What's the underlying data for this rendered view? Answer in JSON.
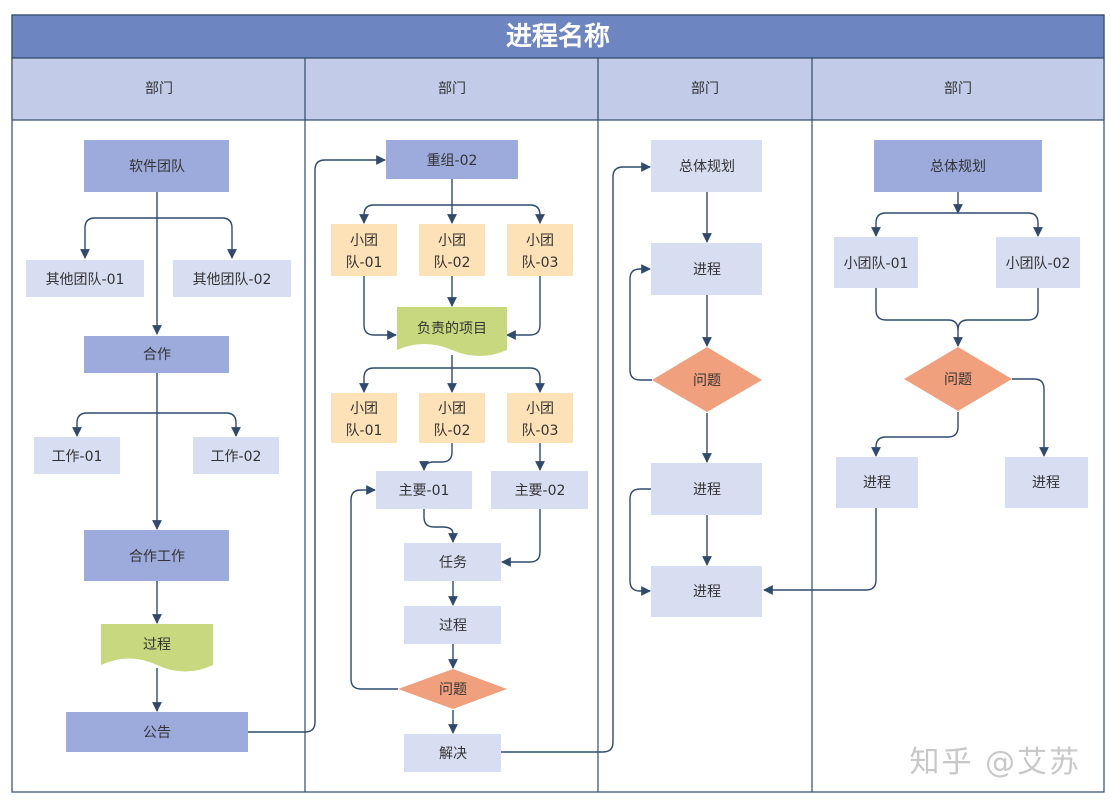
{
  "title": "进程名称",
  "lanes": [
    "部门",
    "部门",
    "部门",
    "部门"
  ],
  "watermark": "知乎 @艾苏",
  "colors": {
    "title_bg": "#6d85c0",
    "header_bg": "#c2cce9",
    "border": "#2f4a6d",
    "blue_dark": "#9cabdc",
    "blue_light": "#d8def2",
    "orange_light": "#fde2b7",
    "green": "#c8d87e",
    "diamond": "#f0a07c"
  },
  "lane1": {
    "software_team": "软件团队",
    "other_team_01": "其他团队-01",
    "other_team_02": "其他团队-02",
    "cooperate": "合作",
    "work_01": "工作-01",
    "work_02": "工作-02",
    "coop_work": "合作工作",
    "process": "过程",
    "announce": "公告"
  },
  "lane2": {
    "reorg_02": "重组-02",
    "team_a1": [
      "小团",
      "队-01"
    ],
    "team_a2": [
      "小团",
      "队-02"
    ],
    "team_a3": [
      "小团",
      "队-03"
    ],
    "project": "负责的项目",
    "team_b1": [
      "小团",
      "队-01"
    ],
    "team_b2": [
      "小团",
      "队-02"
    ],
    "team_b3": [
      "小团",
      "队-03"
    ],
    "major_01": "主要-01",
    "major_02": "主要-02",
    "task": "任务",
    "process": "过程",
    "issue": "问题",
    "resolve": "解决"
  },
  "lane3": {
    "overall_plan": "总体规划",
    "progress_1": "进程",
    "issue": "问题",
    "progress_2": "进程",
    "progress_3": "进程"
  },
  "lane4": {
    "overall_plan": "总体规划",
    "team_01": "小团队-01",
    "team_02": "小团队-02",
    "issue": "问题",
    "progress_left": "进程",
    "progress_right": "进程"
  }
}
